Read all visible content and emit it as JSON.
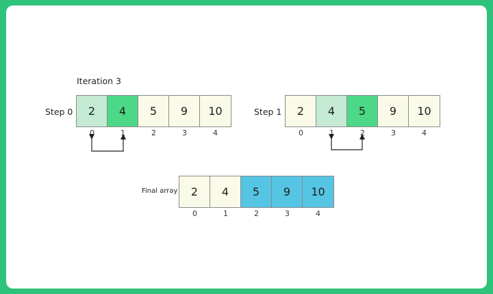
{
  "title": "Iteration 3",
  "step0": {
    "label": "Step 0",
    "cells": [
      "2",
      "4",
      "5",
      "9",
      "10"
    ],
    "indices": [
      "0",
      "1",
      "2",
      "3",
      "4"
    ]
  },
  "step1": {
    "label": "Step 1",
    "cells": [
      "2",
      "4",
      "5",
      "9",
      "10"
    ],
    "indices": [
      "0",
      "1",
      "2",
      "3",
      "4"
    ]
  },
  "final": {
    "label": "Final array",
    "cells": [
      "2",
      "4",
      "5",
      "9",
      "10"
    ],
    "indices": [
      "0",
      "1",
      "2",
      "3",
      "4"
    ]
  },
  "colors": {
    "frame": "#2fc27a",
    "cell_default": "#fafae8",
    "compare_light": "#c4ead4",
    "compare_active": "#4cd887",
    "sorted": "#56c4e3"
  }
}
